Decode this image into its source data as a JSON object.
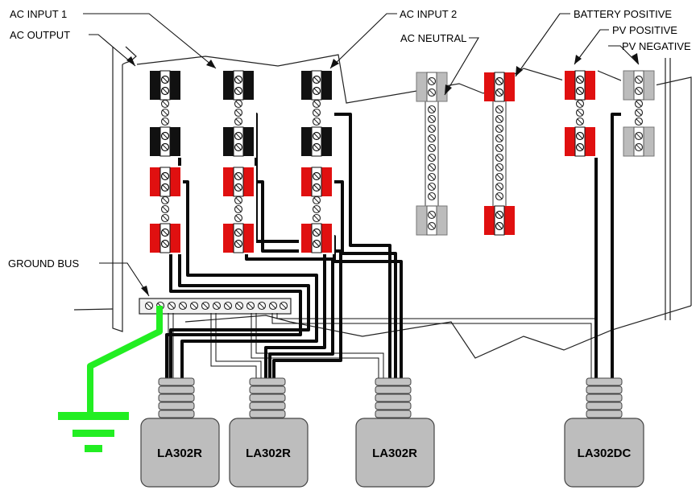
{
  "labels": {
    "ac_input_1": "AC INPUT 1",
    "ac_output": "AC OUTPUT",
    "ac_input_2": "AC INPUT 2",
    "ac_neutral": "AC NEUTRAL",
    "battery_positive": "BATTERY POSITIVE",
    "pv_positive": "PV POSITIVE",
    "pv_negative": "PV NEGATIVE",
    "ground_bus": "GROUND BUS"
  },
  "devices": [
    {
      "label": "LA302R"
    },
    {
      "label": "LA302R"
    },
    {
      "label": "LA302R"
    },
    {
      "label": "LA302DC"
    }
  ],
  "colors": {
    "breaker_black": "#111111",
    "breaker_red": "#e01010",
    "breaker_gray": "#bcbcbc",
    "ground_green": "#22ee22",
    "arrester_gray": "#bdbdbd"
  }
}
